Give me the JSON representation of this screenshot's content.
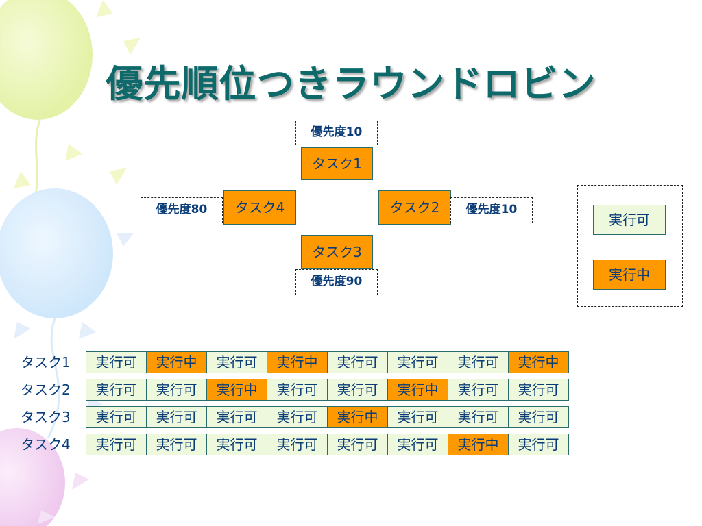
{
  "slide": {
    "title": "優先順位つきラウンドロビン"
  },
  "colors": {
    "title": "#0e6a6a",
    "text": "#0a3c78",
    "running": "#ff9900",
    "ready": "#eef8dc",
    "border": "#2a6b6b"
  },
  "diagram": {
    "tasks": [
      {
        "id": "t1",
        "label": "タスク1",
        "priority": "優先度10"
      },
      {
        "id": "t2",
        "label": "タスク2",
        "priority": "優先度10"
      },
      {
        "id": "t3",
        "label": "タスク3",
        "priority": "優先度90"
      },
      {
        "id": "t4",
        "label": "タスク4",
        "priority": "優先度80"
      }
    ]
  },
  "legend": {
    "ready_label": "実行可",
    "running_label": "実行中"
  },
  "timeline": {
    "ready_text": "実行可",
    "running_text": "実行中",
    "rows": [
      {
        "label": "タスク1",
        "states": [
          "ready",
          "running",
          "ready",
          "running",
          "ready",
          "ready",
          "ready",
          "running"
        ]
      },
      {
        "label": "タスク2",
        "states": [
          "ready",
          "ready",
          "running",
          "ready",
          "ready",
          "running",
          "ready",
          "ready"
        ]
      },
      {
        "label": "タスク3",
        "states": [
          "ready",
          "ready",
          "ready",
          "ready",
          "running",
          "ready",
          "ready",
          "ready"
        ]
      },
      {
        "label": "タスク4",
        "states": [
          "ready",
          "ready",
          "ready",
          "ready",
          "ready",
          "ready",
          "running",
          "ready"
        ]
      }
    ]
  }
}
